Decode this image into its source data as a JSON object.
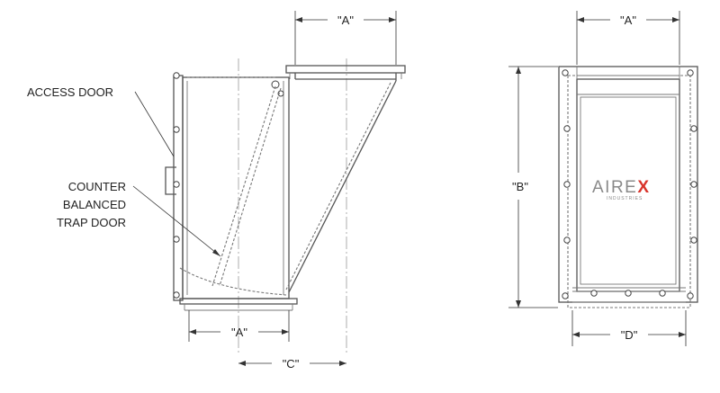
{
  "labels": {
    "access_door": "ACCESS DOOR",
    "counter_line1": "COUNTER",
    "counter_line2": "BALANCED",
    "counter_line3": "TRAP DOOR"
  },
  "dimensions": {
    "side_top": "\"A\"",
    "side_bottom": "\"A\"",
    "side_offset": "\"C\"",
    "front_top": "\"A\"",
    "front_height": "\"B\"",
    "front_bottom": "\"D\""
  },
  "logo": {
    "brand_left": "AIRE",
    "brand_x": "X",
    "tagline": "INDUSTRIES"
  },
  "colors": {
    "logo_grey": "#8a8a8a",
    "logo_red": "#d9342b"
  }
}
